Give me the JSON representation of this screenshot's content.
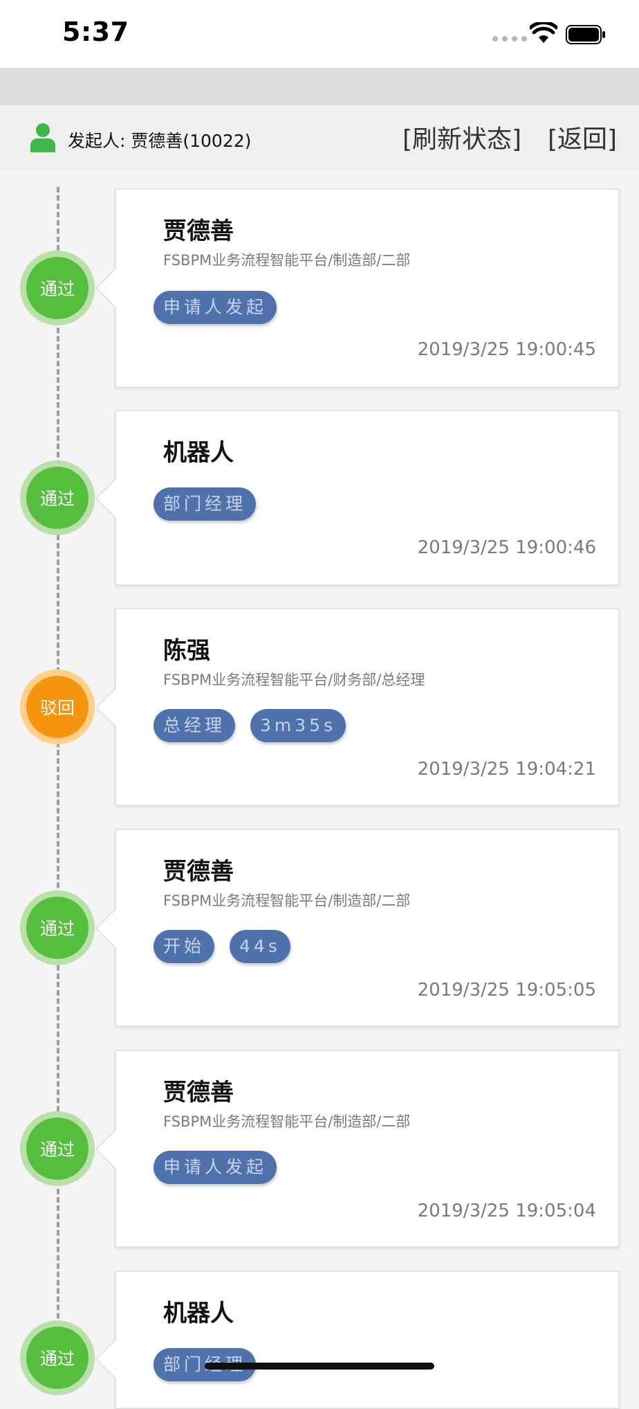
{
  "status_bar": {
    "time": "5:37"
  },
  "header": {
    "initiator_label": "发起人: 贾德善(10022)",
    "refresh_label": "[刷新状态]",
    "back_label": "[返回]"
  },
  "steps": [
    {
      "status": "通过",
      "name": "贾德善",
      "path": "FSBPM业务流程智能平台/制造部/二部",
      "tags": [
        "申请人发起"
      ],
      "time": "2019/3/25 19:00:45"
    },
    {
      "status": "通过",
      "name": "机器人",
      "path": "",
      "tags": [
        "部门经理"
      ],
      "time": "2019/3/25 19:00:46"
    },
    {
      "status": "驳回",
      "name": "陈强",
      "path": "FSBPM业务流程智能平台/财务部/总经理",
      "tags": [
        "总经理",
        "3m35s"
      ],
      "time": "2019/3/25 19:04:21"
    },
    {
      "status": "通过",
      "name": "贾德善",
      "path": "FSBPM业务流程智能平台/制造部/二部",
      "tags": [
        "开始",
        "44s"
      ],
      "time": "2019/3/25 19:05:05"
    },
    {
      "status": "通过",
      "name": "贾德善",
      "path": "FSBPM业务流程智能平台/制造部/二部",
      "tags": [
        "申请人发起"
      ],
      "time": "2019/3/25 19:05:04"
    },
    {
      "status": "通过",
      "name": "机器人",
      "path": "",
      "tags": [
        "部门经理"
      ],
      "time": ""
    }
  ],
  "colors": {
    "pass": "#55be3c",
    "reject": "#f5940f",
    "tag": "#4f72ad"
  }
}
